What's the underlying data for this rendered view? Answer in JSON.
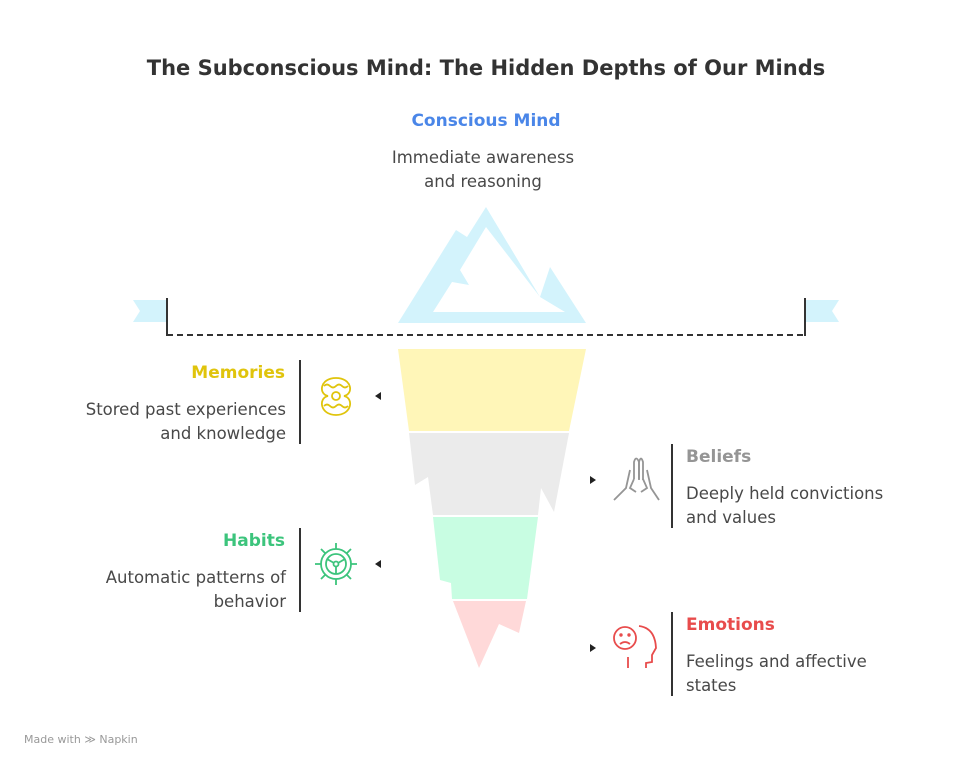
{
  "title": "The Subconscious Mind: The Hidden Depths of Our Minds",
  "conscious": {
    "title": "Conscious Mind",
    "desc_line1": "Immediate awareness",
    "desc_line2": "and reasoning",
    "color": "#4a86e8"
  },
  "layers": [
    {
      "title": "Memories",
      "desc_line1": "Stored past experiences",
      "desc_line2": "and knowledge",
      "color": "#e0c40c",
      "fill": "#fff6b8",
      "icon": "shell-icon"
    },
    {
      "title": "Beliefs",
      "desc_line1": "Deeply held convictions",
      "desc_line2": "and values",
      "color": "#959595",
      "fill": "#ebebeb",
      "icon": "praying-hands-icon"
    },
    {
      "title": "Habits",
      "desc_line1": "Automatic patterns of",
      "desc_line2": "behavior",
      "color": "#3cc47c",
      "fill": "#c8fde2",
      "icon": "gear-icon"
    },
    {
      "title": "Emotions",
      "desc_line1": "Feelings and affective",
      "desc_line2": "states",
      "color": "#e84c4c",
      "fill": "#ffd9d9",
      "icon": "sad-face-head-icon"
    }
  ],
  "footer": {
    "made_with": "Made with",
    "brand": "Napkin"
  }
}
